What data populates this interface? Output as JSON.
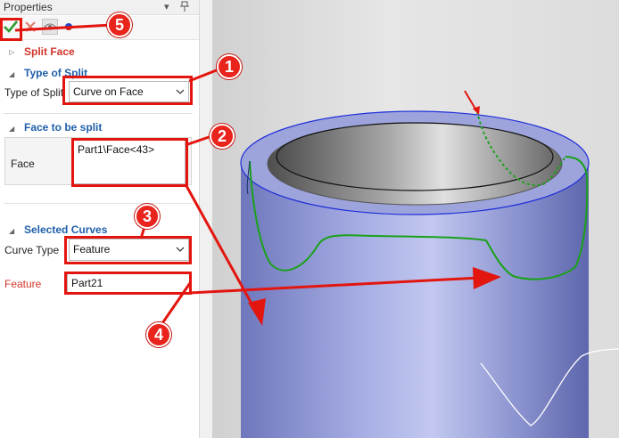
{
  "panel": {
    "title": "Properties",
    "sections": {
      "split_face": "Split Face",
      "type_of_split": "Type of Split",
      "face_to_be_split": "Face to be split",
      "selected_curves": "Selected Curves"
    },
    "fields": {
      "type_of_split_label": "Type of Split",
      "type_of_split_value": "Curve on Face",
      "face_label": "Face",
      "face_value": "Part1\\Face<43>",
      "curve_type_label": "Curve Type",
      "curve_type_value": "Feature",
      "feature_label": "Feature",
      "feature_value": "Part21"
    }
  },
  "callouts": [
    "1",
    "2",
    "3",
    "4",
    "5"
  ],
  "icons": {
    "pin": "pin-icon",
    "dropdown": "dropdown-arrow-icon",
    "ok": "checkmark-icon",
    "cancel": "x-icon",
    "preview": "eye-preview-icon",
    "options": "dot-icon"
  },
  "colors": {
    "accent_blue": "#1f5faa",
    "label_red": "#d0352b",
    "callout_red": "#e3150f",
    "ok_green": "#2e9a2e",
    "cylinder": "#8088c8",
    "curve_green": "#19a119"
  }
}
